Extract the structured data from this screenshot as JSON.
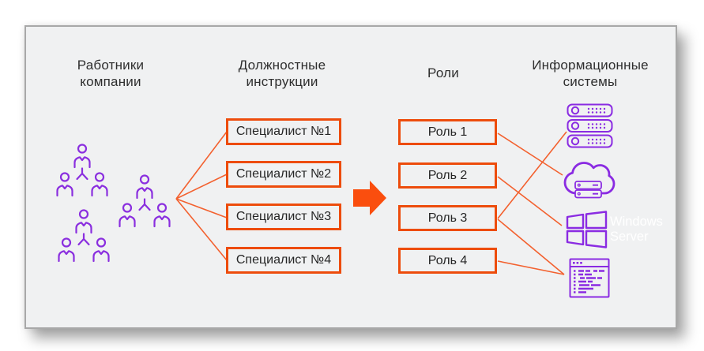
{
  "columns": [
    {
      "title_lines": [
        "Работники",
        "компании"
      ]
    },
    {
      "title_lines": [
        "Должностные",
        "инструкции"
      ]
    },
    {
      "title_lines": [
        "Роли"
      ]
    },
    {
      "title_lines": [
        "Информационные",
        "системы"
      ]
    }
  ],
  "specialists": [
    {
      "label": "Специалист №1"
    },
    {
      "label": "Специалист №2"
    },
    {
      "label": "Специалист №3"
    },
    {
      "label": "Специалист №4"
    }
  ],
  "roles": [
    {
      "label": "Роль 1"
    },
    {
      "label": "Роль 2"
    },
    {
      "label": "Роль 3"
    },
    {
      "label": "Роль 4"
    }
  ],
  "systems": {
    "icons": [
      "server-stack-icon",
      "cloud-server-icon",
      "windows-server-icon",
      "code-window-icon"
    ],
    "windows_server_label": "Windows Server"
  },
  "connections": {
    "employees_fan_to_specialists": [
      "Специалист №1",
      "Специалист №2",
      "Специалист №3",
      "Специалист №4"
    ],
    "roles_to_systems": [
      {
        "from": "Роль 1",
        "to": "cloud-server-icon"
      },
      {
        "from": "Роль 2",
        "to": "windows-server-icon"
      },
      {
        "from": "Роль 3",
        "to": "server-stack-icon"
      },
      {
        "from": "Роль 3",
        "to": "code-window-icon"
      },
      {
        "from": "Роль 4",
        "to": "code-window-icon"
      }
    ]
  },
  "colors": {
    "accent_orange": "#ED4C0C",
    "connector_orange": "#F3612F",
    "icon_purple": "#8A2BE2",
    "people_purple": "#8A2EDF",
    "text_dark": "#2E2E2E",
    "windows_text": "#FFFFFF",
    "card_bg": "#F0F1F2"
  }
}
